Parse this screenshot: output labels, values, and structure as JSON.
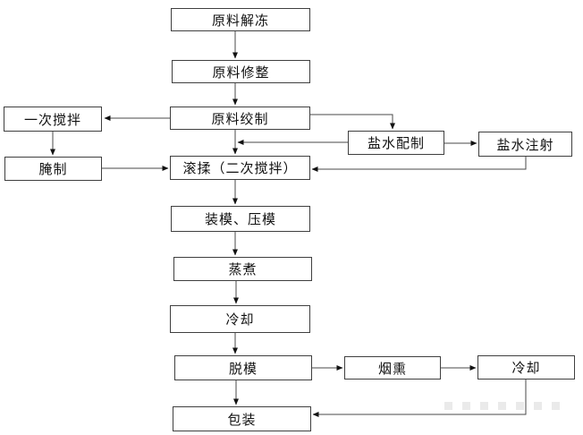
{
  "colors": {
    "background": "#ffffff",
    "box_fill": "#ffffff",
    "box_border": "#3f3f3f",
    "line": "#4a4a4a",
    "arrow": "#111111",
    "text": "#111111"
  },
  "diagram": {
    "nodes": {
      "thaw": {
        "label": "原料解冻"
      },
      "trim": {
        "label": "原料修整"
      },
      "grind": {
        "label": "原料绞制"
      },
      "stir1": {
        "label": "一次搅拌"
      },
      "marinate": {
        "label": "腌制"
      },
      "brine_prep": {
        "label": "盐水配制"
      },
      "brine_inject": {
        "label": "盐水注射"
      },
      "tumble": {
        "label": "滚揉（二次搅拌）"
      },
      "mold": {
        "label": "装模、压模"
      },
      "cook": {
        "label": "蒸煮"
      },
      "cool1": {
        "label": "冷却"
      },
      "demold": {
        "label": "脱模"
      },
      "smoke": {
        "label": "烟熏"
      },
      "cool2": {
        "label": "冷却"
      },
      "pack": {
        "label": "包装"
      }
    },
    "edges": [
      {
        "from": "thaw",
        "to": "trim"
      },
      {
        "from": "trim",
        "to": "grind"
      },
      {
        "from": "grind",
        "to": "stir1"
      },
      {
        "from": "stir1",
        "to": "marinate"
      },
      {
        "from": "marinate",
        "to": "tumble"
      },
      {
        "from": "grind",
        "to": "brine_prep"
      },
      {
        "from": "brine_prep",
        "to": "grind-tumble-flowline"
      },
      {
        "from": "grind",
        "to": "tumble"
      },
      {
        "from": "brine_prep",
        "to": "brine_inject"
      },
      {
        "from": "brine_inject",
        "to": "tumble"
      },
      {
        "from": "tumble",
        "to": "mold"
      },
      {
        "from": "mold",
        "to": "cook"
      },
      {
        "from": "cook",
        "to": "cool1"
      },
      {
        "from": "cool1",
        "to": "demold"
      },
      {
        "from": "demold",
        "to": "pack"
      },
      {
        "from": "demold",
        "to": "smoke"
      },
      {
        "from": "smoke",
        "to": "cool2"
      },
      {
        "from": "cool2",
        "to": "pack"
      }
    ]
  }
}
